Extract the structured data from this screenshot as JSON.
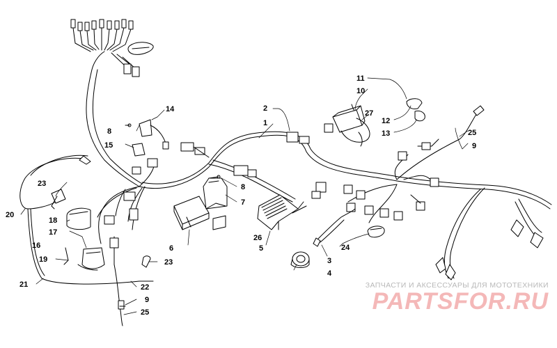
{
  "callouts": {
    "c1": "1",
    "c2": "2",
    "c3": "3",
    "c4": "4",
    "c5": "5",
    "c6": "6",
    "c7": "7",
    "c8a": "8",
    "c8b": "8",
    "c9a": "9",
    "c9b": "9",
    "c10": "10",
    "c11": "11",
    "c12": "12",
    "c13": "13",
    "c14": "14",
    "c15": "15",
    "c16": "16",
    "c17": "17",
    "c18": "18",
    "c19": "19",
    "c20": "20",
    "c21": "21",
    "c22": "22",
    "c23a": "23",
    "c23b": "23",
    "c24": "24",
    "c25a": "25",
    "c25b": "25",
    "c26": "26",
    "c27": "27"
  },
  "watermark": {
    "subtitle": "ЗАПЧАСТИ И АКСЕССУАРЫ ДЛЯ МОТОТЕХНИКИ",
    "logo_text": "PARTSFOR.RU"
  }
}
